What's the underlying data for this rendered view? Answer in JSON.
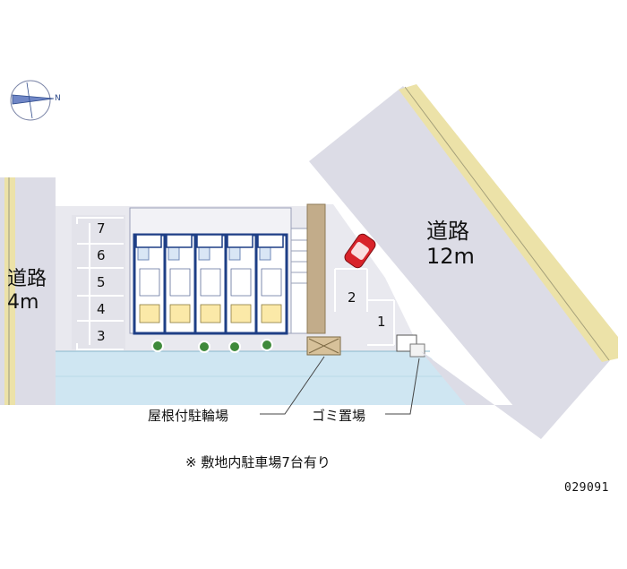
{
  "roads": {
    "left": {
      "line1": "道路",
      "line2": "4m"
    },
    "right": {
      "line1": "道路",
      "line2": "12m"
    }
  },
  "parking_numbers": [
    "7",
    "6",
    "5",
    "4",
    "3",
    "2",
    "1"
  ],
  "legend": {
    "bicycle": "屋根付駐輪場",
    "garbage": "ゴミ置場"
  },
  "note": "※ 敷地内駐車場7台有り",
  "code": "029091",
  "compass": {
    "north_label": "N"
  },
  "colors": {
    "road_fill": "#dcdce6",
    "road_edge": "#ece2a8",
    "lot_fill": "#e9e9ef",
    "canal": "#cfe6f2",
    "building": "#1e3f86",
    "car": "#d8232a",
    "plant": "#3f8a3a"
  }
}
